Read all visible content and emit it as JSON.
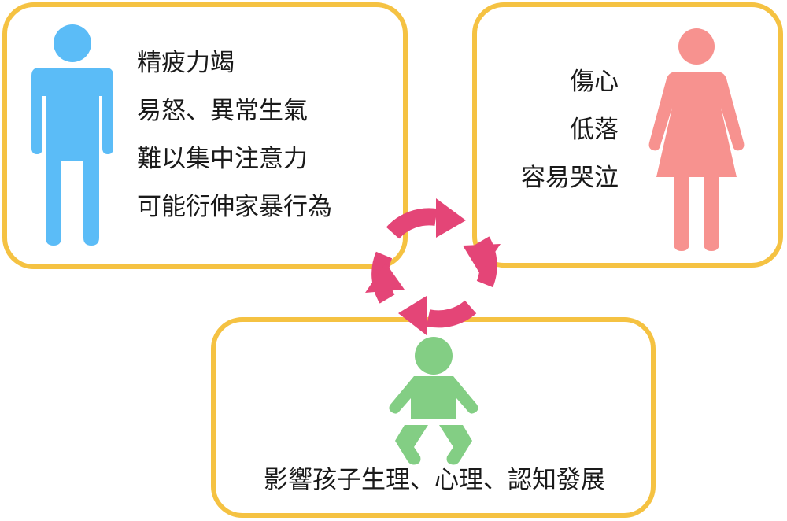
{
  "colors": {
    "card_border": "#f5c242",
    "father": "#5bbcf7",
    "mother": "#f7928f",
    "child": "#83ce84",
    "cycle": "#e44577"
  },
  "icons": {
    "father": "man-icon",
    "mother": "woman-icon",
    "child": "baby-icon",
    "cycle": "cycle-arrows-icon"
  },
  "father": {
    "symptoms": [
      "精疲力竭",
      "易怒、異常生氣",
      "難以集中注意力",
      "可能衍伸家暴行為"
    ]
  },
  "mother": {
    "symptoms": [
      "傷心",
      "低落",
      "容易哭泣"
    ]
  },
  "child": {
    "effect": "影響孩子生理、心理、認知發展"
  }
}
